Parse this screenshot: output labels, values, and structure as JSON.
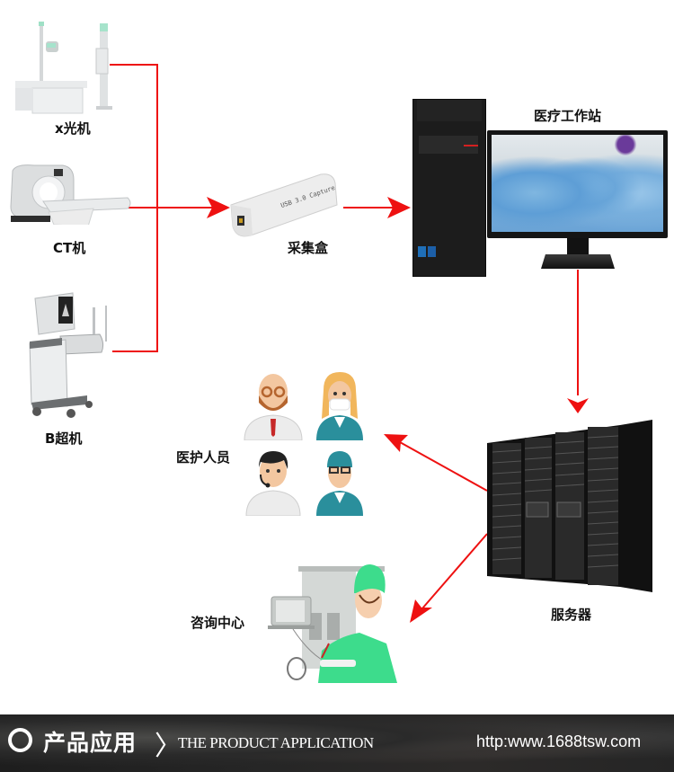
{
  "devices": {
    "xray": {
      "label": "x光机"
    },
    "ct": {
      "label": "CT机"
    },
    "ultrasound": {
      "label": "B超机"
    },
    "capture_box": {
      "label": "采集盒",
      "printed_text": "USB 3.0 Capture"
    },
    "workstation": {
      "label": "医疗工作站"
    },
    "server": {
      "label": "服务器"
    },
    "staff": {
      "label": "医护人员"
    },
    "consult": {
      "label": "咨询中心"
    }
  },
  "colors": {
    "arrow": "#ee1111",
    "footer_bg": "#232323",
    "footer_text": "#ffffff",
    "scrub_teal": "#2a8f9c",
    "scrub_green": "#3ddc8c"
  },
  "footer": {
    "title_cn": "产品应用",
    "title_en": "THE PRODUCT APPLICATION",
    "url": "http:www.1688tsw.com",
    "icon": "flower-ring-icon",
    "separator_icon": "chevron-right-icon"
  }
}
